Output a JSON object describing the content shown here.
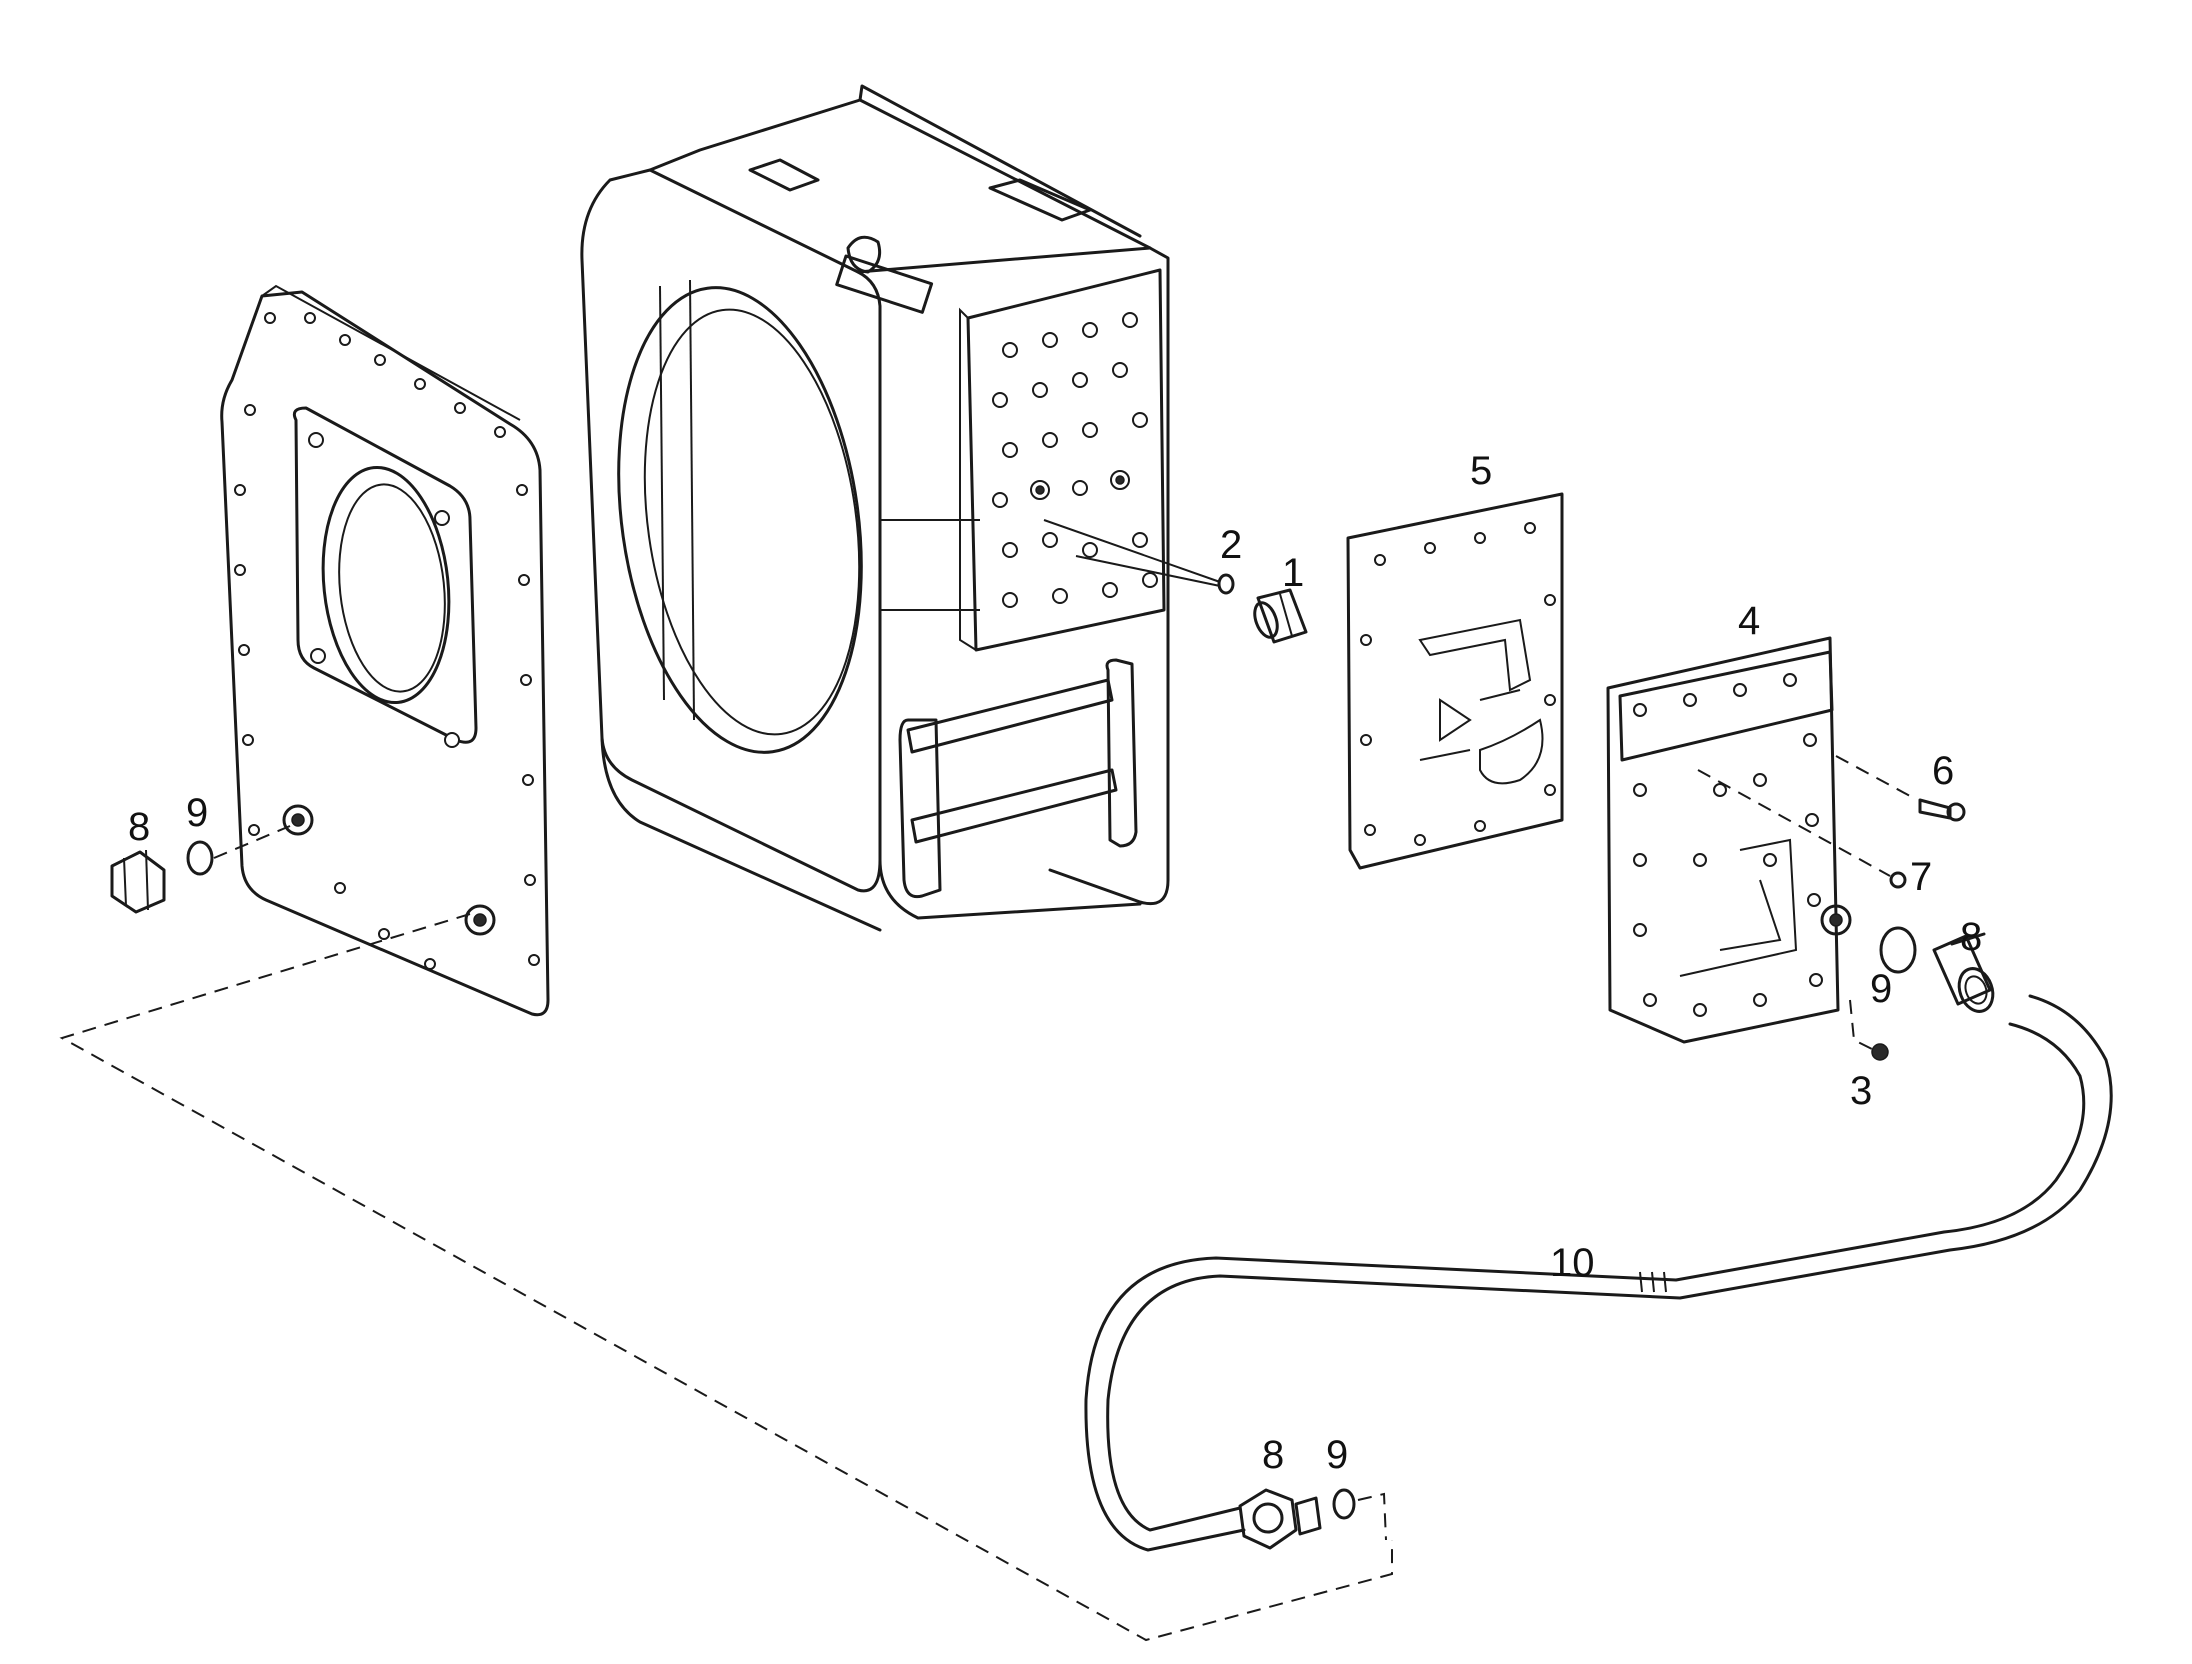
{
  "callouts": {
    "c1": "1",
    "c2": "2",
    "c3": "3",
    "c4": "4",
    "c5": "5",
    "c6": "6",
    "c7": "7",
    "c8_left": "8",
    "c9_left": "9",
    "c8_right": "8",
    "c9_right": "9",
    "c8_bottom": "8",
    "c9_bottom": "9",
    "c10": "10"
  }
}
